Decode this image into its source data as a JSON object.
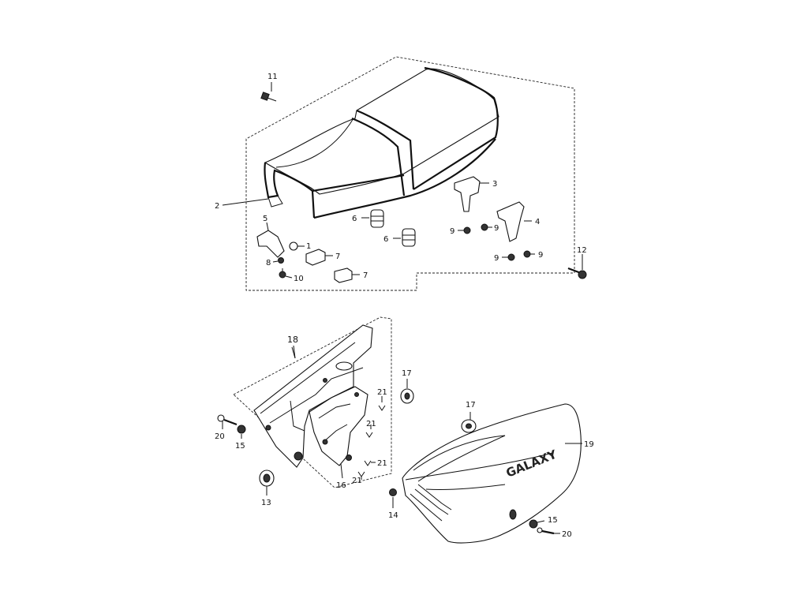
{
  "diagram": {
    "brand_text": "GALAXY",
    "labels": {
      "l1": "1",
      "l2": "2",
      "l3": "3",
      "l4": "4",
      "l5": "5",
      "l6a": "6",
      "l6b": "6",
      "l7a": "7",
      "l7b": "7",
      "l8": "8",
      "l9a": "9",
      "l9b": "9",
      "l9c": "9",
      "l9d": "9",
      "l10": "10",
      "l11": "11",
      "l12": "12",
      "l13": "13",
      "l14": "14",
      "l15a": "15",
      "l15b": "15",
      "l16": "16",
      "l17a": "17",
      "l17b": "17",
      "l18": "18",
      "l19": "19",
      "l20a": "20",
      "l20b": "20",
      "l21a": "21",
      "l21b": "21",
      "l21c": "21",
      "l21d": "21"
    }
  }
}
